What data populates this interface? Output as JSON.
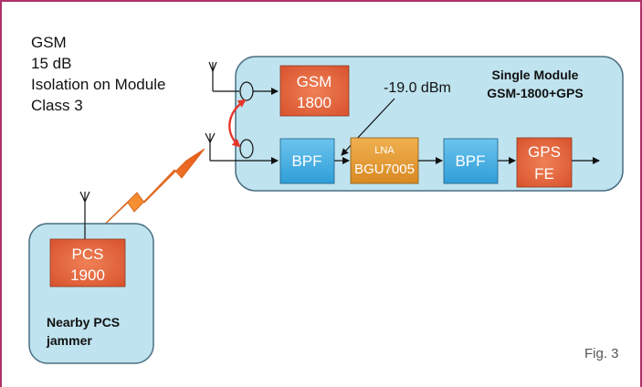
{
  "notes": {
    "lines": [
      "GSM",
      "15 dB",
      "Isolation on Module",
      "Class 3"
    ]
  },
  "module": {
    "title_line1": "Single Module",
    "title_line2": "GSM-1800+GPS",
    "gsm_block": {
      "line1": "GSM",
      "line2": "1800"
    },
    "bpf1_label": "BPF",
    "lna_block": {
      "line1": "LNA",
      "line2": "BGU7005"
    },
    "bpf2_label": "BPF",
    "gps_block": {
      "line1": "GPS",
      "line2": "FE"
    },
    "power_annotation": "-19.0 dBm"
  },
  "jammer": {
    "block": {
      "line1": "PCS",
      "line2": "1900"
    },
    "label_line1": "Nearby PCS",
    "label_line2": "jammer"
  },
  "figure_label": "Fig. 3",
  "colors": {
    "frame": "#b0306a",
    "module_fill": "#bfe3ef",
    "module_stroke": "#4a6f82",
    "orange_block": "#ea6b3f",
    "orange_block_dark": "#c94f2a",
    "blue_block": "#2f9ed8",
    "lna_block": "#e0962e",
    "coupling_arrow": "#e4362a",
    "lightning": "#ff9a2e"
  }
}
